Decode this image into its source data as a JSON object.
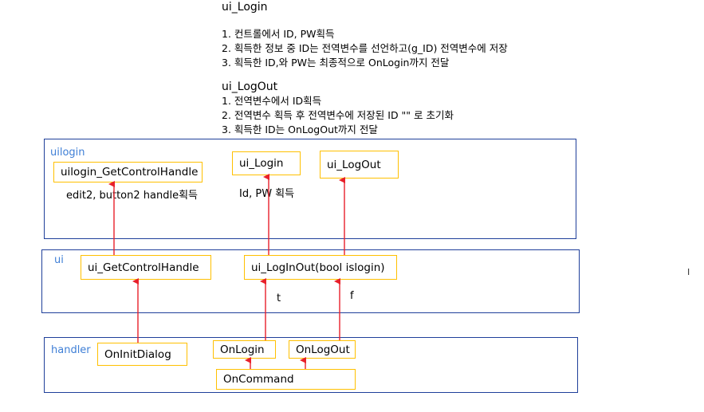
{
  "notes": {
    "login_title": "ui_Login",
    "login_steps": [
      "1. 컨트롤에서 ID, PW획득",
      "2. 획득한 정보 중 ID는 전역변수를 선언하고(g_ID) 전역변수에 저장",
      "3. 획득한 ID,와 PW는 최종적으로 OnLogin까지 전달"
    ],
    "logout_title": "ui_LogOut",
    "logout_steps": [
      "1. 전역변수에서 ID획득",
      "2. 전역변수 획득 후 전역변수에 저장된 ID \"\" 로 초기화",
      "3. 획득한 ID는 OnLogOut까지 전달"
    ]
  },
  "groups": {
    "uilogin": {
      "label": "uilogin",
      "get_control_handle": "uilogin_GetControlHandle",
      "ui_login": "ui_Login",
      "ui_logout": "ui_LogOut",
      "handle_note": "edit2, button2 handle획득",
      "id_pw_note": "Id, PW 획득"
    },
    "ui": {
      "label": "ui",
      "get_control_handle": "ui_GetControlHandle",
      "login_out": "ui_LogInOut(bool islogin)",
      "t_label": "t",
      "f_label": "f"
    },
    "handler": {
      "label": "handler",
      "on_init_dialog": "OnInitDialog",
      "on_login": "OnLogin",
      "on_logout": "OnLogOut",
      "on_command": "OnCommand"
    }
  },
  "colors": {
    "group_border": "#1f3f9a",
    "group_label": "#3f7fd6",
    "box_border": "#ffc000",
    "arrow": "#e8202a"
  }
}
